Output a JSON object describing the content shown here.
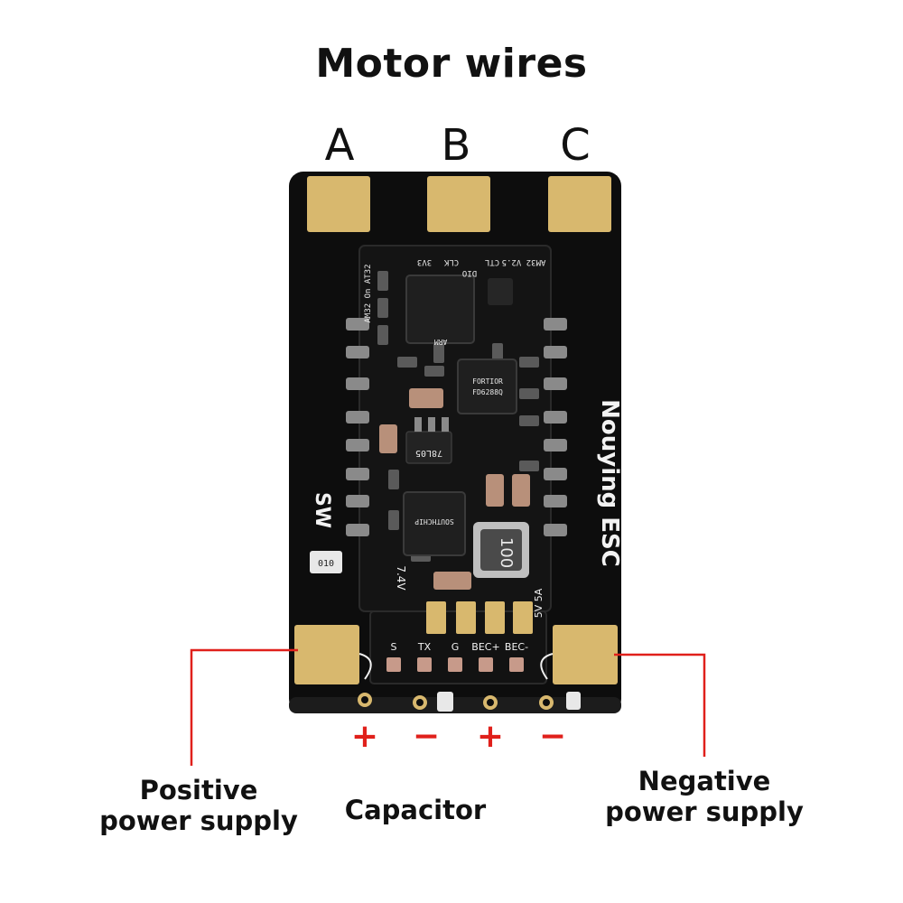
{
  "title": "Motor wires",
  "phases": [
    "A",
    "B",
    "C"
  ],
  "board": {
    "brand": "Nouying ESC",
    "sw_label": "SW",
    "firmware_label": "AM32 On AT32",
    "version_label": "AM32 V2.5",
    "top_pins": [
      "3V3",
      "CLK",
      "DIO",
      "CTL"
    ],
    "chip_top": "ARM",
    "chip_mid": "FORTIOR",
    "chip_mid_sub": "FD6288Q",
    "chip_low": "SOUTHCHIP",
    "regulator": "78L05",
    "inductor": "100",
    "cap_code": "010",
    "voltage_label": "7.4V",
    "bec_label": "5V 5A",
    "signal_pins": [
      "S",
      "TX",
      "G",
      "BEC+",
      "BEC-"
    ]
  },
  "signs": [
    "+",
    "−",
    "+",
    "−"
  ],
  "callouts": {
    "positive": [
      "Positive",
      "power supply"
    ],
    "capacitor": "Capacitor",
    "negative": [
      "Negative",
      "power supply"
    ]
  },
  "colors": {
    "pcb": "#0d0d0d",
    "gold": "#d8b86e",
    "accent_red": "#e0201b"
  }
}
